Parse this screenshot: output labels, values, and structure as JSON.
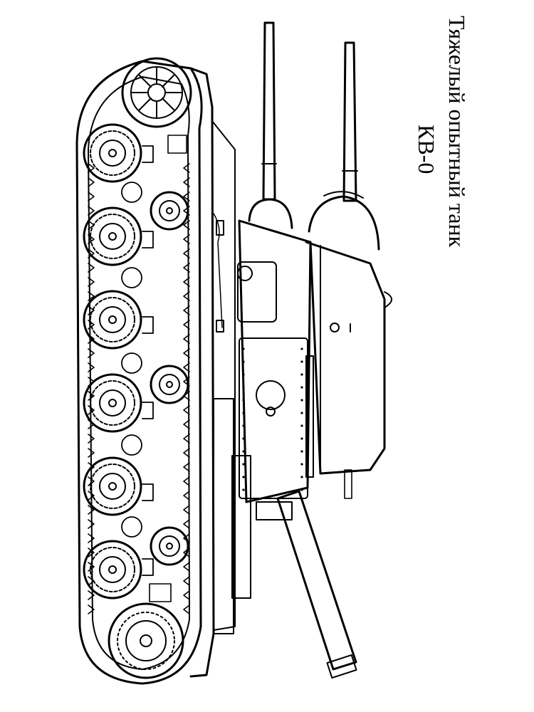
{
  "caption": {
    "title": "Тяжелый опытный танк",
    "model": "КВ-0"
  },
  "colors": {
    "ink": "#000000",
    "paper": "#ffffff"
  },
  "illustration": {
    "subject": "tank-line-drawing",
    "road_wheel_count": 6,
    "return_roller_count": 3,
    "guns": 3
  }
}
